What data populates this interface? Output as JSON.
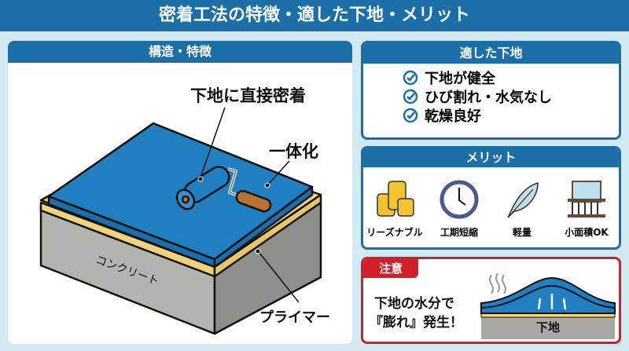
{
  "title": "密着工法の特徴・適した下地・メリット",
  "structure": {
    "heading": "構造・特徴",
    "labels": {
      "direct": "下地に直接密着",
      "integrated": "一体化",
      "concrete": "コンクリート",
      "primer": "プライマー"
    }
  },
  "substrate": {
    "heading": "適した下地",
    "items": [
      "下地が健全",
      "ひび割れ・水気なし",
      "乾燥良好"
    ],
    "icon": "check-circle-icon"
  },
  "merits": {
    "heading": "メリット",
    "items": [
      {
        "label": "リーズナブル",
        "icon": "coins-icon"
      },
      {
        "label": "工期短縮",
        "icon": "clock-icon"
      },
      {
        "label": "軽量",
        "icon": "feather-icon"
      },
      {
        "label": "小面積OK",
        "icon": "balcony-icon"
      }
    ]
  },
  "caution": {
    "badge": "注意",
    "line1": "下地の水分で",
    "line2": "『膨れ』発生！",
    "base_label": "下地"
  },
  "colors": {
    "primary": "#1b6fa6",
    "membrane": "#1f7fc0",
    "primer": "#f2d27a",
    "concrete": "#b0b0ab",
    "caution": "#d0202a"
  }
}
